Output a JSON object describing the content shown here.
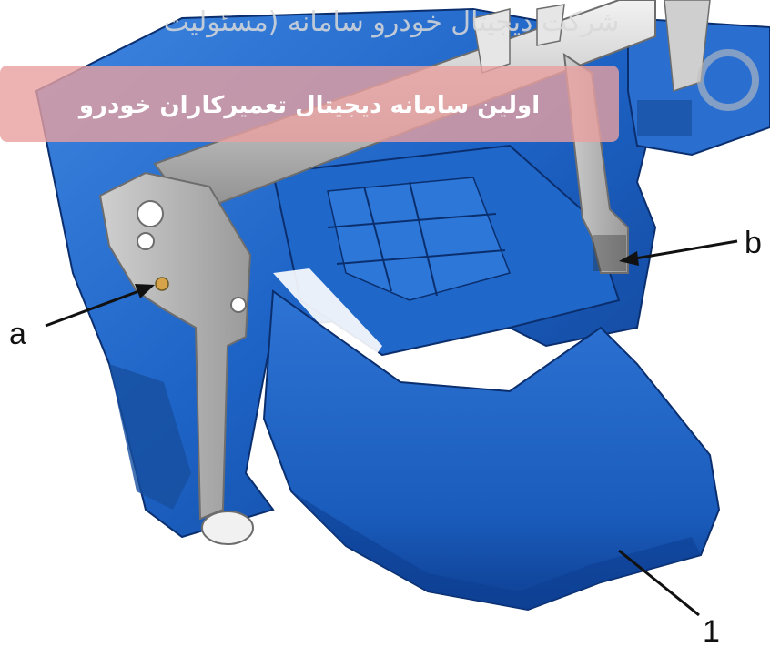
{
  "figure": {
    "callouts": [
      {
        "id": "a",
        "label": "a"
      },
      {
        "id": "b",
        "label": "b"
      },
      {
        "id": "1",
        "label": "1"
      }
    ]
  },
  "watermark": {
    "top_text": "شرکت دیجیتال خودرو سامانه (مسئولیت",
    "banner_text": "اولین سامانه دیجیتال تعمیرکاران خودرو",
    "banner_color": "#e8a0a0"
  },
  "colors": {
    "part_blue": "#1d63c6",
    "part_blue_dark": "#0f3f8f",
    "part_blue_light": "#3f86e0",
    "bracket_grey": "#b9b9b9",
    "tube_silver": "#d6d6d6"
  }
}
